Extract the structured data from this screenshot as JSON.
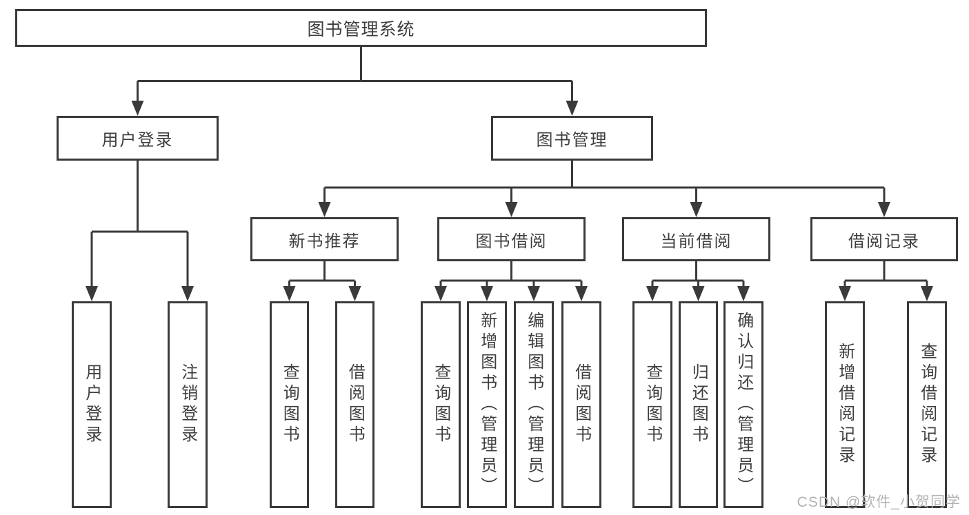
{
  "tree": {
    "root": "图书管理系统",
    "branches": [
      {
        "label": "用户登录",
        "leaves": [
          "用户登录",
          "注销登录"
        ]
      },
      {
        "label": "图书管理",
        "groups": [
          {
            "label": "新书推荐",
            "leaves": [
              "查询图书",
              "借阅图书"
            ]
          },
          {
            "label": "图书借阅",
            "leaves": [
              "查询图书",
              "新增图书（管理员）",
              "编辑图书（管理员）",
              "借阅图书"
            ]
          },
          {
            "label": "当前借阅",
            "leaves": [
              "查询图书",
              "归还图书",
              "确认归还（管理员）"
            ]
          },
          {
            "label": "借阅记录",
            "leaves": [
              "新增借阅记录",
              "查询借阅记录"
            ]
          }
        ]
      }
    ]
  },
  "watermark": {
    "text": "CSDN @软件_小贺同学"
  },
  "colors": {
    "line": "#3a3a3a",
    "text": "#3f3f3f",
    "background": "#ffffff",
    "watermark": "#b3b3b3"
  }
}
